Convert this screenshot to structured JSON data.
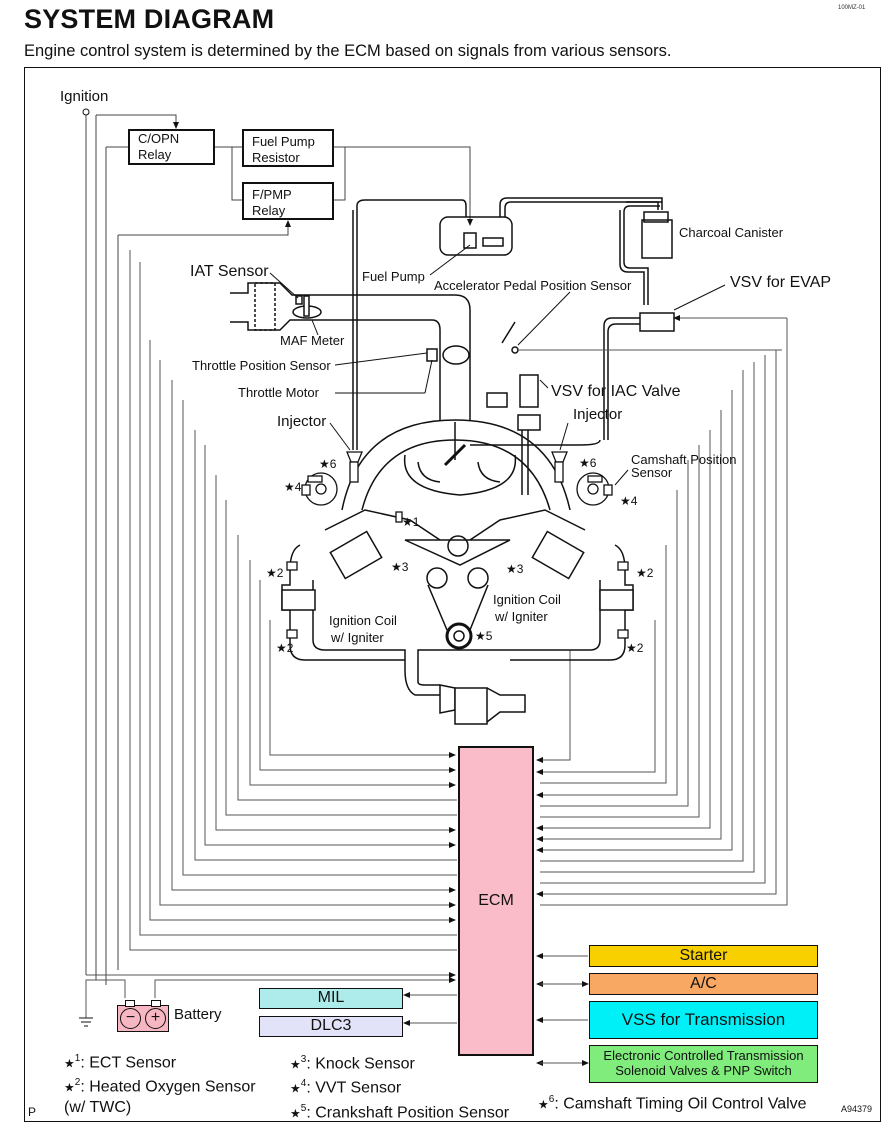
{
  "header": {
    "title": "SYSTEM DIAGRAM",
    "subtitle": "Engine control system is determined by the ECM based on signals from various sensors.",
    "doc_id": "100MZ-01"
  },
  "diagram": {
    "ignition": "Ignition",
    "relays": {
      "copn": "C/OPN Relay",
      "fuel_pump_resistor_1": "Fuel Pump",
      "fuel_pump_resistor_2": "Resistor",
      "fpmp_1": "F/PMP",
      "fpmp_2": "Relay"
    },
    "components": {
      "fuel_pump": "Fuel Pump",
      "charcoal_canister": "Charcoal Canister",
      "accelerator_pedal_sensor": "Accelerator Pedal Position Sensor",
      "vsv_evap": "VSV for EVAP",
      "iat_sensor": "IAT Sensor",
      "maf_meter": "MAF Meter",
      "throttle_position_sensor": "Throttle Position Sensor",
      "throttle_motor": "Throttle Motor",
      "vsv_iac": "VSV for IAC Valve",
      "injector_left": "Injector",
      "injector_right": "Injector",
      "camshaft_sensor_1": "Camshaft Position",
      "camshaft_sensor_2": "Sensor",
      "ignition_coil_left_1": "Ignition Coil",
      "ignition_coil_left_2": "w/ Igniter",
      "ignition_coil_right_1": "Ignition Coil",
      "ignition_coil_right_2": "w/ Igniter",
      "battery": "Battery"
    },
    "markers": {
      "m1": "1",
      "m2": "2",
      "m3": "3",
      "m4": "4",
      "m5": "5",
      "m6": "6"
    },
    "ecm": "ECM",
    "outputs": {
      "mil": "MIL",
      "dlc3": "DLC3"
    },
    "inputs": {
      "starter": "Starter",
      "ac": "A/C",
      "vss": "VSS for Transmission",
      "ect_1": "Electronic Controlled Transmission",
      "ect_2": "Solenoid Valves & PNP Switch"
    },
    "colors": {
      "ecm": "#f9bcc8",
      "battery": "#f6b6c2",
      "mil": "#aeeceb",
      "dlc3": "#e2e2f8",
      "starter": "#f8d000",
      "ac": "#f9a864",
      "vss": "#00f0f8",
      "ect": "#80ec7c"
    }
  },
  "legend": {
    "items": [
      {
        "mark": "1",
        "text": ": ECT Sensor"
      },
      {
        "mark": "2",
        "text": ": Heated Oxygen Sensor"
      },
      {
        "mark": "",
        "text": "(w/ TWC)"
      },
      {
        "mark": "3",
        "text": ": Knock Sensor"
      },
      {
        "mark": "4",
        "text": ": VVT Sensor"
      },
      {
        "mark": "5",
        "text": ": Crankshaft Position Sensor"
      },
      {
        "mark": "6",
        "text": ": Camshaft Timing Oil Control Valve"
      }
    ]
  },
  "footer": {
    "figure_code": "A94379",
    "page_mark": "P"
  }
}
